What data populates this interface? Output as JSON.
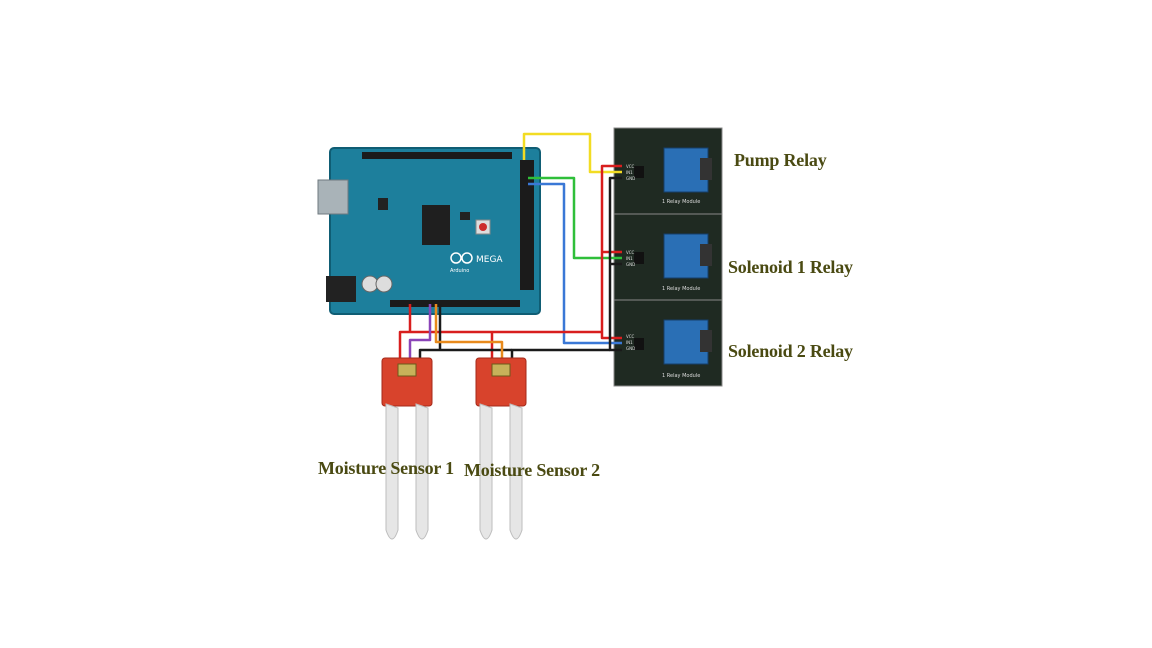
{
  "labels": {
    "pump_relay": "Pump Relay",
    "solenoid1_relay": "Solenoid 1 Relay",
    "solenoid2_relay": "Solenoid 2 Relay",
    "moisture_sensor1": "Moisture Sensor 1",
    "moisture_sensor2": "Moisture Sensor 2"
  },
  "relay_module": {
    "module_text": "1 Relay Module",
    "pins": [
      "VCC",
      "IN1",
      "GND"
    ]
  },
  "arduino": {
    "board_text": "MEGA",
    "brand_text": "Arduino"
  },
  "colors": {
    "board": "#1d7f9c",
    "relay_board": "#1f2a22",
    "relay_blue": "#2a6fb5",
    "sensor_red": "#d8432c",
    "wire_red": "#d81e1e",
    "wire_black": "#1a1a1a",
    "wire_yellow": "#f2dc23",
    "wire_green": "#2fbf3a",
    "wire_blue": "#3a78d6",
    "wire_purple": "#8a44b8",
    "wire_orange": "#e88a1c",
    "label_text": "#4a4a12"
  }
}
